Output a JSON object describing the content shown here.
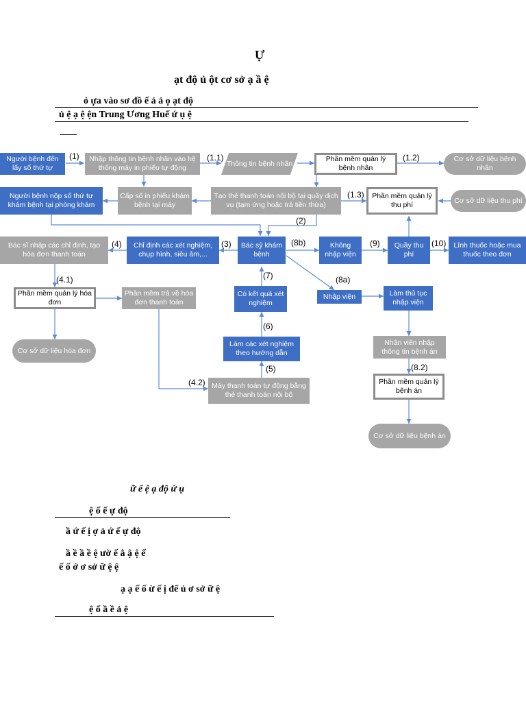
{
  "doc": {
    "title_char": "Ự",
    "subtitle": "ạt độ      ủ      ột cơ sở   ạ  ầ                          ệ",
    "caption_line1": "ỏ        ựa vào sơ đồ                        ế      ả       ả                                     ọ                           ạt độ",
    "caption_line2": "ủ                                   ệ     ạ     ệ       ện Trung Ương Huế      ứ         ụ                              ệ",
    "body_line1": "ữ                              ể      ệ                 ạ  độ            ứ      ụ",
    "heading1": "ệ       ố                    ế    ự độ",
    "body_line2": "ầ    ứ                  ế      ị          ợ                      ả     ứ                     ế     ự độ",
    "body_line3": "ầ       ề         ầ       ề                 ệ     ườ                ế      ằ                                    ậ      ệ                   ế",
    "body_line4": "ế      ố     ớ   ơ sở    ữ    ệ      ệ",
    "body_line5": "ạ          ạ              ế      ố      ừ       ế     ị  để               ủ    ơ sở    ữ    ệ",
    "heading2": "ệ       ố            ầ       ề         ả          ệ"
  },
  "diagram": {
    "nodes": {
      "n1": "Người bệnh đến lấy số thứ tự",
      "n2": "Nhập thông tin bệnh nhân vào hệ thống máy in phiếu tự động",
      "n3": "Thông tin bệnh nhân",
      "n4": "Phần mềm quản lý bệnh nhân",
      "n5": "Cơ sở dữ liệu bệnh nhân",
      "n6": "Người bệnh nộp số thứ tự khám bệnh tại phòng khám",
      "n7": "Cấp số in phiếu khám bệnh tại máy",
      "n8": "Tạo thẻ thanh toán nội bộ tại quầy dịch vụ (tạm ứng hoặc trả tiền thừa)",
      "n9": "Phần mềm quản lý thu phí",
      "n10": "Cơ sở dữ liệu thu phí",
      "n11": "Bác sĩ nhập các chỉ định, tạo hóa đơn thanh toán",
      "n12": "Chỉ định các xét nghiệm, chụp hình, siêu âm,...",
      "n13": "Bác sỹ khám bệnh",
      "n14": "Không nhập viện",
      "n15": "Quầy thu phí",
      "n16": "Lĩnh thuốc hoặc mua thuốc theo đơn",
      "n17": "Phần mềm quản lý hóa đơn",
      "n18": "Phần mềm trả về hóa đơn thanh toán",
      "n19": "Có kết quả xét nghiệm",
      "n20": "Nhập viện",
      "n21": "Làm thủ tục nhập viện",
      "n22": "Cơ sở dữ liệu hóa đơn",
      "n23": "Làm các xét nghiệm theo hướng dẫn",
      "n24": "Nhân viên nhập thông tin bệnh án",
      "n25": "Máy thanh toán tự động bằng thẻ thanh toán nội bộ",
      "n26": "Phần mềm quản lý bệnh án",
      "n27": "Cơ sở dữ liệu bệnh án"
    },
    "labels": {
      "l1": "(1)",
      "l11": "(1.1)",
      "l12": "(1.2)",
      "l13": "(1.3)",
      "l2": "(2)",
      "l3": "(3)",
      "l4": "(4)",
      "l41": "(4.1)",
      "l42": "(4.2)",
      "l5": "(5)",
      "l6": "(6)",
      "l7": "(7)",
      "l8a": "(8a)",
      "l8b": "(8b)",
      "l82": "(8.2)",
      "l9": "(9)",
      "l10": "(10)"
    }
  }
}
